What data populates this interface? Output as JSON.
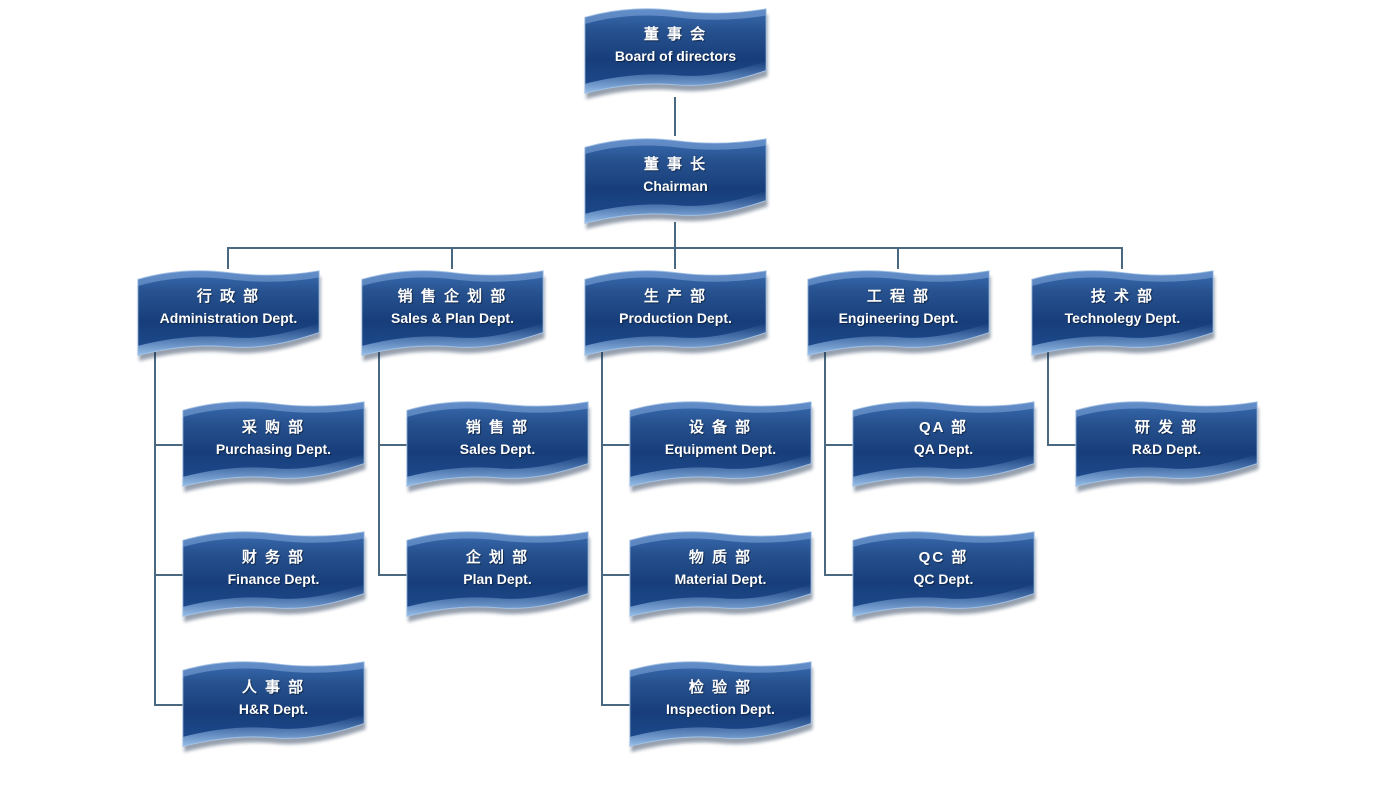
{
  "diagram": {
    "type": "org-chart",
    "languages": [
      "zh",
      "en"
    ]
  },
  "nodes": {
    "board": {
      "zh": "董 事 会",
      "en": "Board of directors"
    },
    "chairman": {
      "zh": "董 事 长",
      "en": "Chairman"
    },
    "administration": {
      "zh": "行 政 部",
      "en": "Administration Dept."
    },
    "sales_plan": {
      "zh": "销 售 企 划 部",
      "en": "Sales & Plan Dept."
    },
    "production": {
      "zh": "生 产 部",
      "en": "Production Dept."
    },
    "engineering": {
      "zh": "工 程 部",
      "en": "Engineering Dept."
    },
    "technology": {
      "zh": "技 术 部",
      "en": "Technolegy Dept."
    },
    "purchasing": {
      "zh": "采 购 部",
      "en": "Purchasing Dept."
    },
    "finance": {
      "zh": "财 务 部",
      "en": "Finance Dept."
    },
    "hr": {
      "zh": "人 事 部",
      "en": "H&R Dept."
    },
    "sales": {
      "zh": "销 售 部",
      "en": "Sales Dept."
    },
    "plan": {
      "zh": "企 划 部",
      "en": "Plan Dept."
    },
    "equipment": {
      "zh": "设 备 部",
      "en": "Equipment Dept."
    },
    "material": {
      "zh": "物 质 部",
      "en": "Material Dept."
    },
    "inspection": {
      "zh": "检 验 部",
      "en": "Inspection Dept."
    },
    "qa": {
      "zh": "QA 部",
      "en": "QA Dept."
    },
    "qc": {
      "zh": "QC 部",
      "en": "QC Dept."
    },
    "rnd": {
      "zh": "研 发 部",
      "en": "R&D Dept."
    }
  },
  "hierarchy": {
    "board": [
      "chairman"
    ],
    "chairman": [
      "administration",
      "sales_plan",
      "production",
      "engineering",
      "technology"
    ],
    "administration": [
      "purchasing",
      "finance",
      "hr"
    ],
    "sales_plan": [
      "sales",
      "plan"
    ],
    "production": [
      "equipment",
      "material",
      "inspection"
    ],
    "engineering": [
      "qa",
      "qc"
    ],
    "technology": [
      "rnd"
    ]
  },
  "colors": {
    "box_fill_top": "#3568b0",
    "box_fill_bottom": "#173e7a",
    "box_sheen": "#9ec4ec",
    "box_border": "#a9c4e4",
    "box_text": "#ffffff",
    "connector": "#4a6880",
    "background": "#ffffff"
  }
}
